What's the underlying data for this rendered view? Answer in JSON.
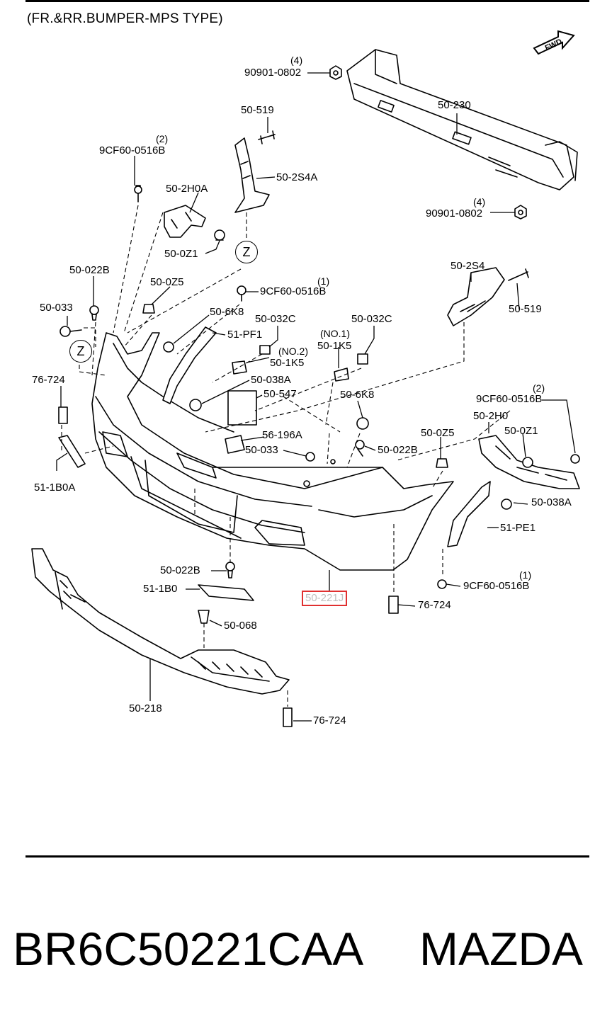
{
  "title": "(FR.&RR.BUMPER-MPS TYPE)",
  "direction_badge": "FWD",
  "callouts": {
    "c90901a": "90901-0802",
    "q90901a": "(4)",
    "c50230": "50-230",
    "c50519a": "50-519",
    "c9cf60a": "9CF60-0516B",
    "q9cf60a": "(2)",
    "c502h0a": "50-2H0A",
    "c502s4a": "50-2S4A",
    "c90901b": "90901-0802",
    "q90901b": "(4)",
    "c500z1a": "50-0Z1",
    "c50022ba": "50-022B",
    "c500z5a": "50-0Z5",
    "c9cf60b": "9CF60-0516B",
    "q9cf60b": "(1)",
    "c502s4": "50-2S4",
    "c50033a": "50-033",
    "c506k8a": "50-6K8",
    "c50519b": "50-519",
    "c51pf1": "51-PF1",
    "c50032ca": "50-032C",
    "c50032cb": "50-032C",
    "no1": "(NO.1)",
    "c501k5a": "50-1K5",
    "no2": "(NO.2)",
    "c501k5b": "50-1K5",
    "c76724a": "76-724",
    "c50038aa": "50-038A",
    "c50547": "50-547",
    "c506k8b": "50-6K8",
    "c9cf60c": "9CF60-0516B",
    "q9cf60c": "(2)",
    "c502h0": "50-2H0",
    "c500z5b": "50-0Z5",
    "c500z1b": "50-0Z1",
    "c56196a": "56-196A",
    "c50033b": "50-033",
    "c50022bb": "50-022B",
    "c511b0a": "51-1B0A",
    "c50038ab": "50-038A",
    "c51pe1": "51-PE1",
    "c50022bc": "50-022B",
    "c511b0": "51-1B0",
    "c50221j": "50-221J",
    "c9cf60d": "9CF60-0516B",
    "q9cf60d": "(1)",
    "c76724b": "76-724",
    "c50068": "50-068",
    "c50218": "50-218",
    "c76724c": "76-724"
  },
  "ref_marker": "Z",
  "highlight_color": "#e03030",
  "footer": {
    "part_number": "BR6C50221CAA",
    "brand": "MAZDA"
  }
}
